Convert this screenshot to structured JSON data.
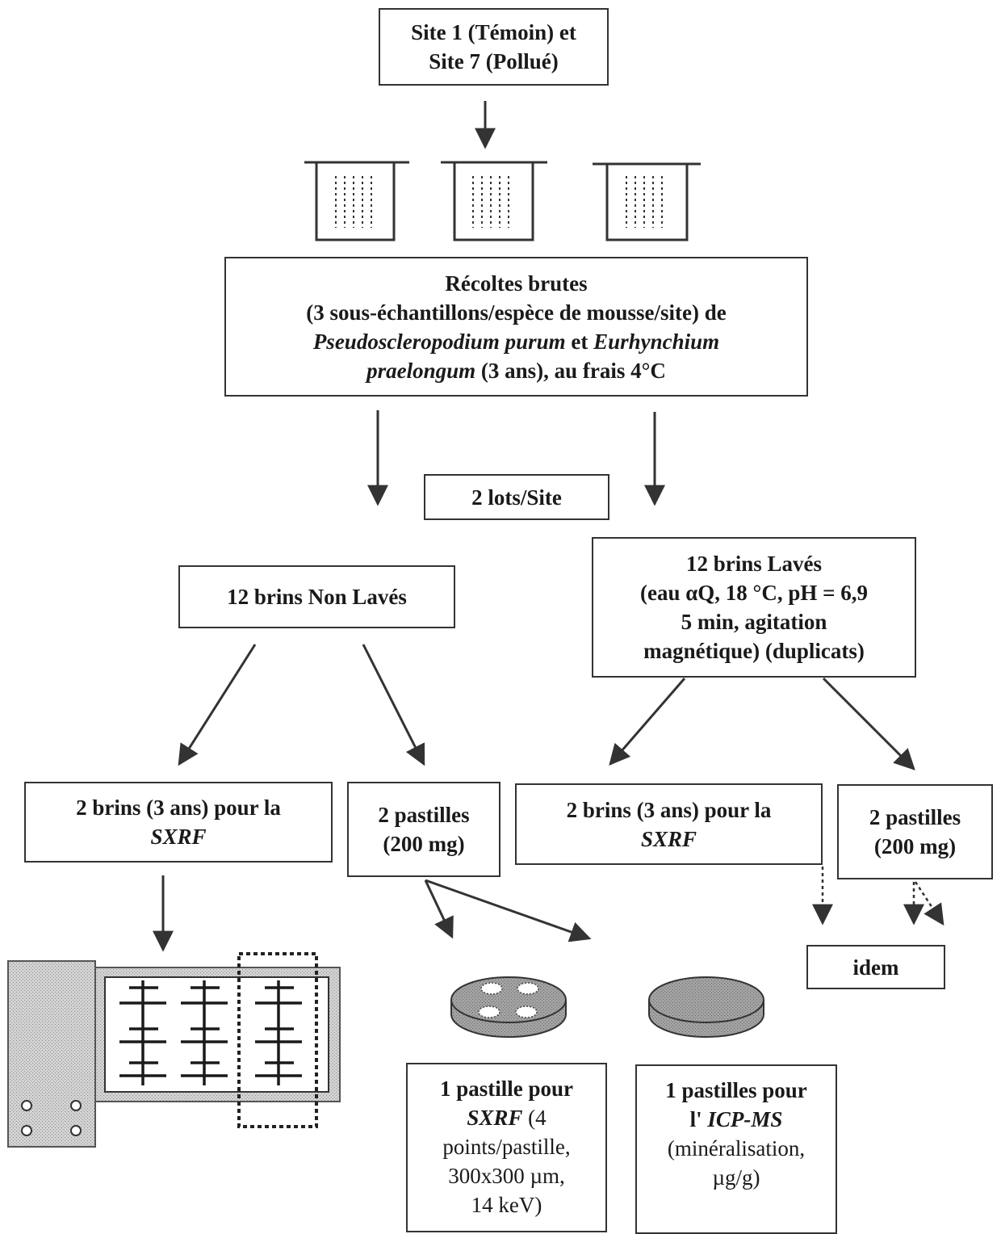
{
  "sites": {
    "line1": "Site 1 (Témoin) et",
    "line2": "Site 7 (Pollué)"
  },
  "harvest": {
    "title": "Récoltes brutes",
    "line2": "(3 sous-échantillons/espèce de mousse/site) de",
    "species1": "Pseudoscleropodium purum",
    "and": "et",
    "species2a": "Eurhynchium",
    "species2b": "praelongum",
    "tail": "(3 ans), au frais 4°C"
  },
  "lots": {
    "label": "2 lots/Site"
  },
  "unwashed": {
    "label": "12 brins Non Lavés"
  },
  "washed": {
    "line1": "12 brins Lavés",
    "line2": "(eau αQ, 18 °C, pH = 6,9",
    "line3": "5 min, agitation",
    "line4": "magnétique) (duplicats)"
  },
  "strands_left": {
    "line1": "2 brins (3 ans) pour la",
    "line2": "SXRF"
  },
  "pellets_left": {
    "line1": "2 pastilles",
    "line2": "(200 mg)"
  },
  "strands_right": {
    "line1": "2 brins (3 ans) pour la",
    "line2": "SXRF"
  },
  "pellets_right": {
    "line1": "2 pastilles",
    "line2": "(200 mg)"
  },
  "idem": {
    "label": "idem"
  },
  "pellet_sxrf": {
    "prefix": "1 pastille pour",
    "method": "SXRF",
    "line2_tail": "(4",
    "line3": "points/pastille,",
    "line4": "300x300 µm,",
    "line5": "14 keV)"
  },
  "pellet_icp": {
    "prefix": "1 pastilles pour",
    "article": "l'",
    "method": "ICP-MS",
    "line3": "(minéralisation,",
    "line4": "µg/g)"
  },
  "colors": {
    "line": "#333333",
    "stipple": "#c4c4c4",
    "pellet_top": "#a8a8a8",
    "pellet_side": "#8a8a8a"
  }
}
